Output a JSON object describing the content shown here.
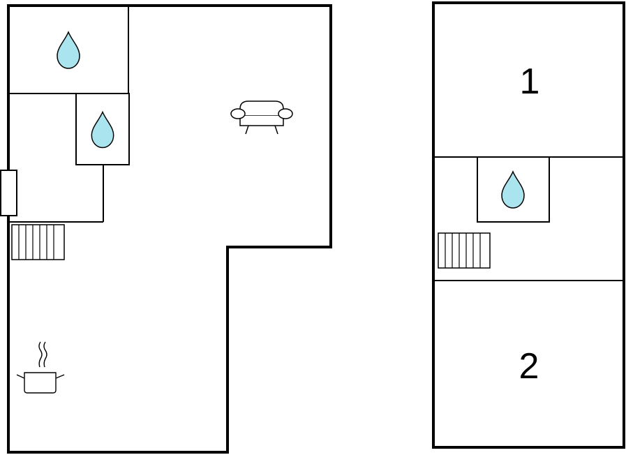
{
  "floor_plans": [
    {
      "rooms": [
        {
          "kind": "bathroom",
          "icon": "water-drop-icon"
        },
        {
          "kind": "bathroom",
          "icon": "water-drop-icon"
        },
        {
          "kind": "living-room",
          "icon": "sofa-icon"
        },
        {
          "kind": "kitchen",
          "icon": "cooking-pot-icon"
        }
      ],
      "staircase": true,
      "door": true
    },
    {
      "rooms": [
        {
          "kind": "bedroom",
          "label": "1"
        },
        {
          "kind": "bathroom",
          "icon": "water-drop-icon"
        },
        {
          "kind": "bedroom",
          "label": "2"
        }
      ],
      "staircase": true
    }
  ],
  "colors": {
    "wall": "#000000",
    "background": "#ffffff",
    "water_drop_fill": "#a9e4ef"
  }
}
